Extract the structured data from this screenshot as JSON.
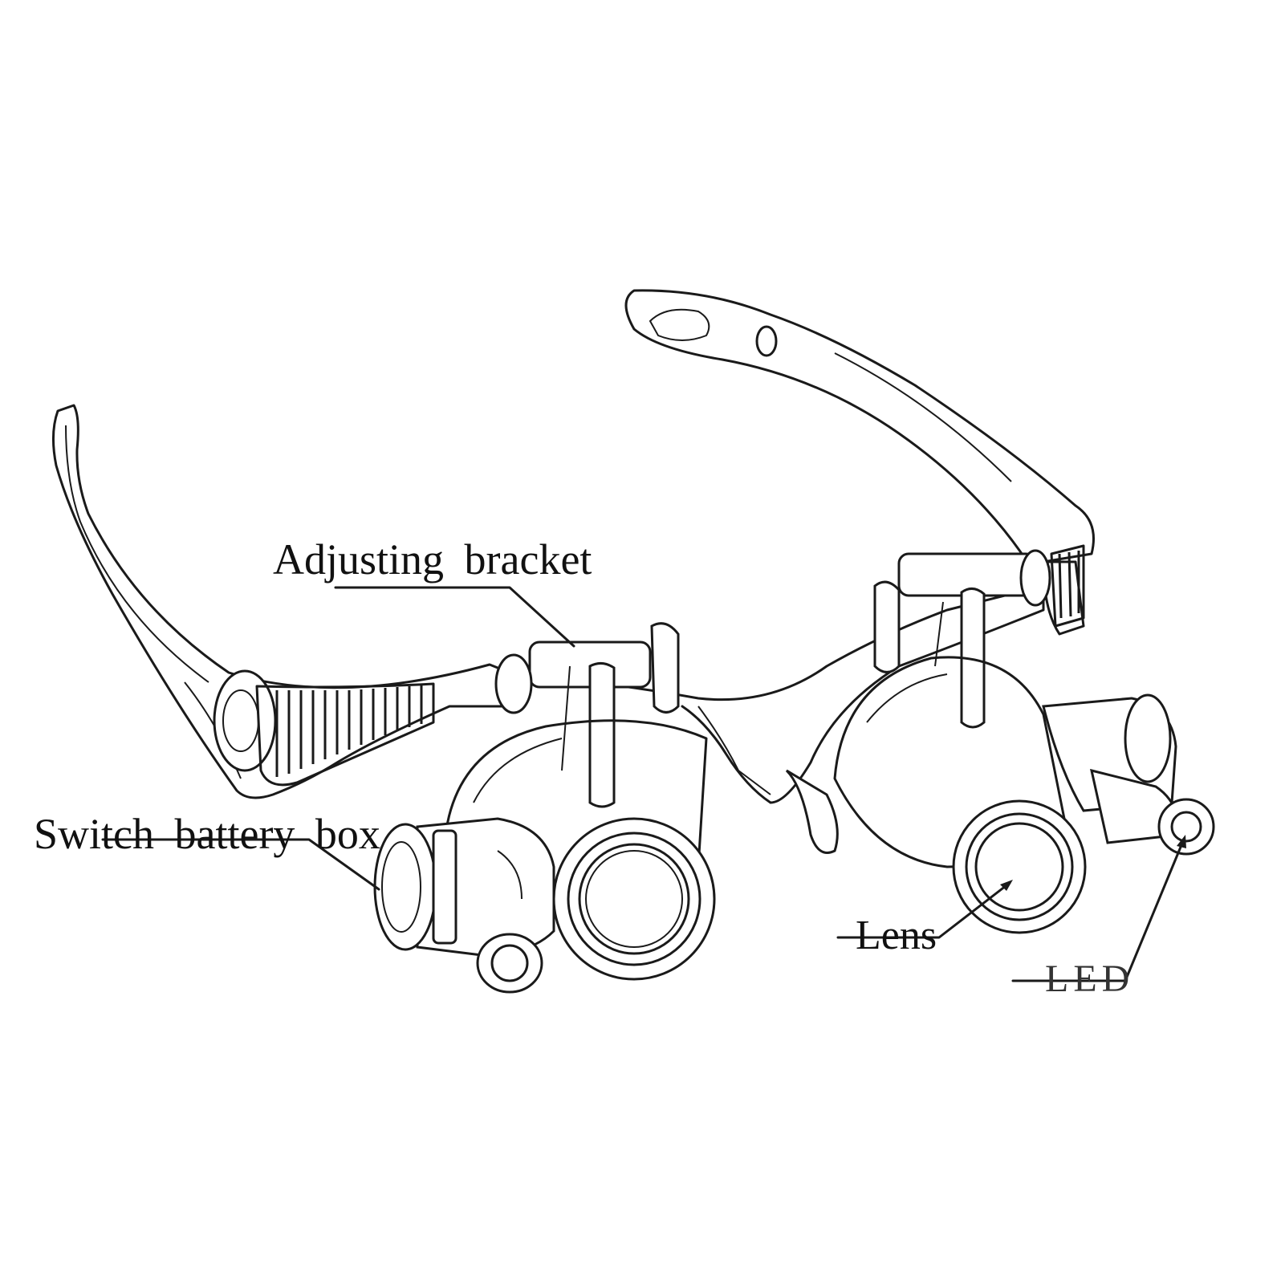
{
  "labels": {
    "adjusting_bracket": "Adjusting  bracket",
    "switch_battery_box": "Switch  battery  box",
    "lens": "Lens",
    "led": "LED"
  },
  "colors": {
    "ink": "#1a1a1a",
    "background": "#ffffff"
  }
}
